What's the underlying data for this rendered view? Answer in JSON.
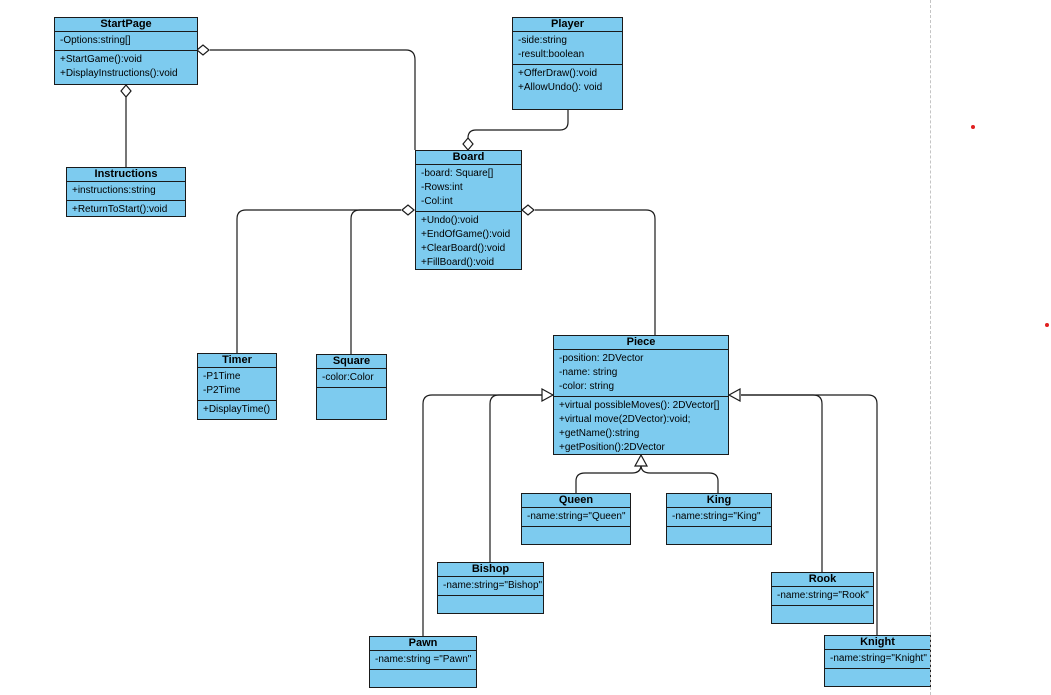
{
  "colors": {
    "class_fill": "#7dcbef",
    "border": "#1a1a1a",
    "marker": "#e02020",
    "guide": "#c4c4c4"
  },
  "classes": {
    "startpage": {
      "name": "StartPage",
      "attributes": [
        "-Options:string[]"
      ],
      "operations": [
        "+StartGame():void",
        "+DisplayInstructions():void"
      ]
    },
    "player": {
      "name": "Player",
      "attributes": [
        "-side:string",
        "-result:boolean"
      ],
      "operations": [
        "+OfferDraw():void",
        "+AllowUndo(): void"
      ]
    },
    "instructions": {
      "name": "Instructions",
      "attributes": [
        "+instructions:string"
      ],
      "operations": [
        "+ReturnToStart():void"
      ]
    },
    "board": {
      "name": "Board",
      "attributes": [
        "-board: Square[]",
        "-Rows:int",
        "-Col:int"
      ],
      "operations": [
        "+Undo():void",
        "+EndOfGame():void",
        "+ClearBoard():void",
        "+FillBoard():void"
      ]
    },
    "timer": {
      "name": "Timer",
      "attributes": [
        "-P1Time",
        "-P2Time"
      ],
      "operations": [
        "+DisplayTime()"
      ]
    },
    "square": {
      "name": "Square",
      "attributes": [
        "-color:Color"
      ],
      "operations": []
    },
    "piece": {
      "name": "Piece",
      "attributes": [
        "-position: 2DVector",
        "-name: string",
        "-color: string"
      ],
      "operations": [
        "+virtual possibleMoves(): 2DVector[]",
        "+virtual move(2DVector):void;",
        "+getName():string",
        "+getPosition():2DVector"
      ]
    },
    "queen": {
      "name": "Queen",
      "attributes": [
        "-name:string=\"Queen\""
      ],
      "operations": []
    },
    "king": {
      "name": "King",
      "attributes": [
        "-name:string=\"King\""
      ],
      "operations": []
    },
    "bishop": {
      "name": "Bishop",
      "attributes": [
        "-name:string=\"Bishop\""
      ],
      "operations": []
    },
    "rook": {
      "name": "Rook",
      "attributes": [
        "-name:string=\"Rook\""
      ],
      "operations": []
    },
    "pawn": {
      "name": "Pawn",
      "attributes": [
        "-name:string =\"Pawn\""
      ],
      "operations": []
    },
    "knight": {
      "name": "Knight",
      "attributes": [
        "-name:string=\"Knight\""
      ],
      "operations": []
    }
  }
}
